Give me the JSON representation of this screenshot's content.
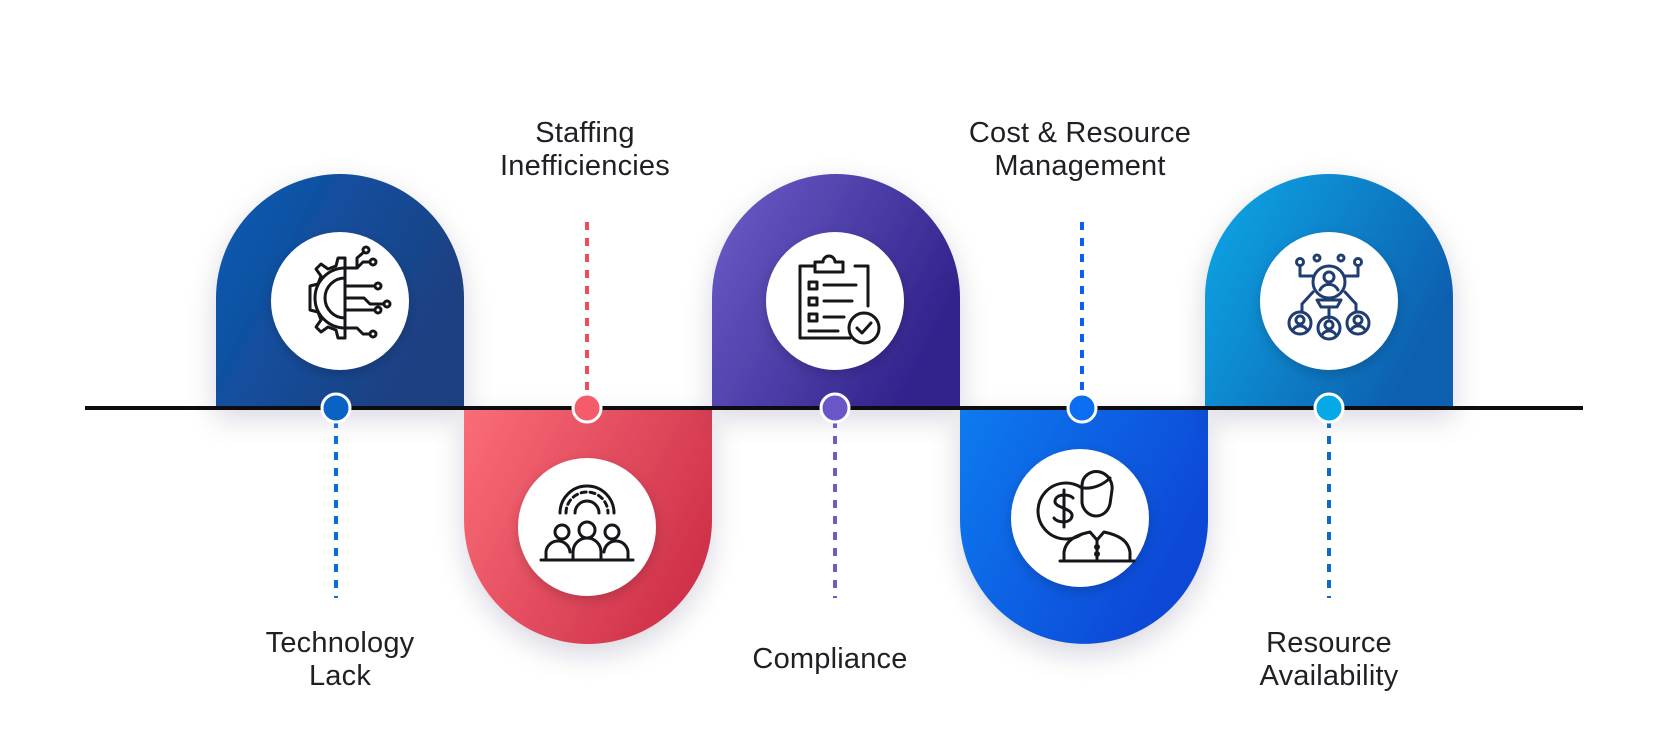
{
  "colors": {
    "timeline": "#0d0d0f",
    "blue_dark": [
      "#0a5bb5",
      "#1d3f80"
    ],
    "red": [
      "#fb6d78",
      "#d0334b"
    ],
    "purple": [
      "#6d5ec9",
      "#31238c"
    ],
    "blue_bright": [
      "#0b7bf0",
      "#0a46d6"
    ],
    "cyan": [
      "#06a9e8",
      "#1160b0"
    ],
    "icon_stroke": "#15151a",
    "icon_stroke_navy": "#1f3d70"
  },
  "steps": [
    {
      "id": "technology-lack",
      "label_lines": [
        "Technology",
        "Lack"
      ],
      "icon": "gear-circuit-icon",
      "position": "above",
      "color": "blue_dark",
      "dot_color": "#0a63c4",
      "dash_color": "#0a6fd6"
    },
    {
      "id": "staffing-inefficiencies",
      "label_lines": [
        "Staffing",
        "Inefficiencies"
      ],
      "icon": "team-gear-icon",
      "position": "below",
      "color": "red",
      "dot_color": "#f45c6c",
      "dash_color": "#ef4a60"
    },
    {
      "id": "compliance",
      "label_lines": [
        "Compliance"
      ],
      "icon": "clipboard-check-icon",
      "position": "above",
      "color": "purple",
      "dot_color": "#6b56c8",
      "dash_color": "#6d5acb"
    },
    {
      "id": "cost-resource-management",
      "label_lines": [
        "Cost & Resource",
        "Management"
      ],
      "icon": "dollar-person-icon",
      "position": "below",
      "color": "blue_bright",
      "dot_color": "#0a6ef0",
      "dash_color": "#0c5ef0"
    },
    {
      "id": "resource-availability",
      "label_lines": [
        "Resource",
        "Availability"
      ],
      "icon": "resource-network-icon",
      "position": "above",
      "color": "cyan",
      "dot_color": "#06a9e8",
      "dash_color": "#0a6bc8"
    }
  ]
}
